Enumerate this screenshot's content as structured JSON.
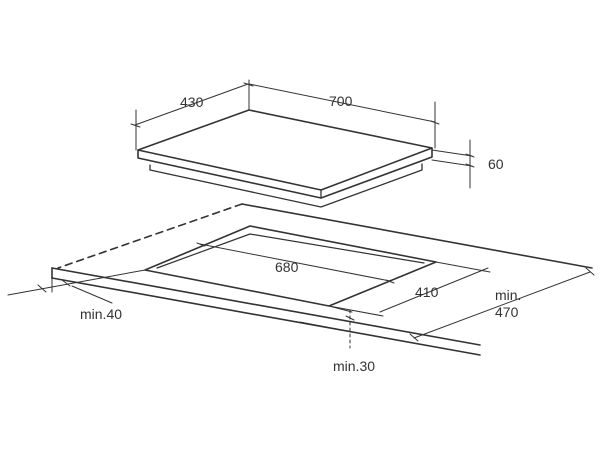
{
  "labels": {
    "hob_depth": "430",
    "hob_width": "700",
    "hob_height": "60",
    "cutout_width": "680",
    "cutout_depth": "410",
    "min_depth_line1": "min.",
    "min_depth_line2": "470",
    "min_side": "min.40",
    "min_front": "min.30"
  },
  "colors": {
    "line": "#333333",
    "background": "#ffffff"
  }
}
